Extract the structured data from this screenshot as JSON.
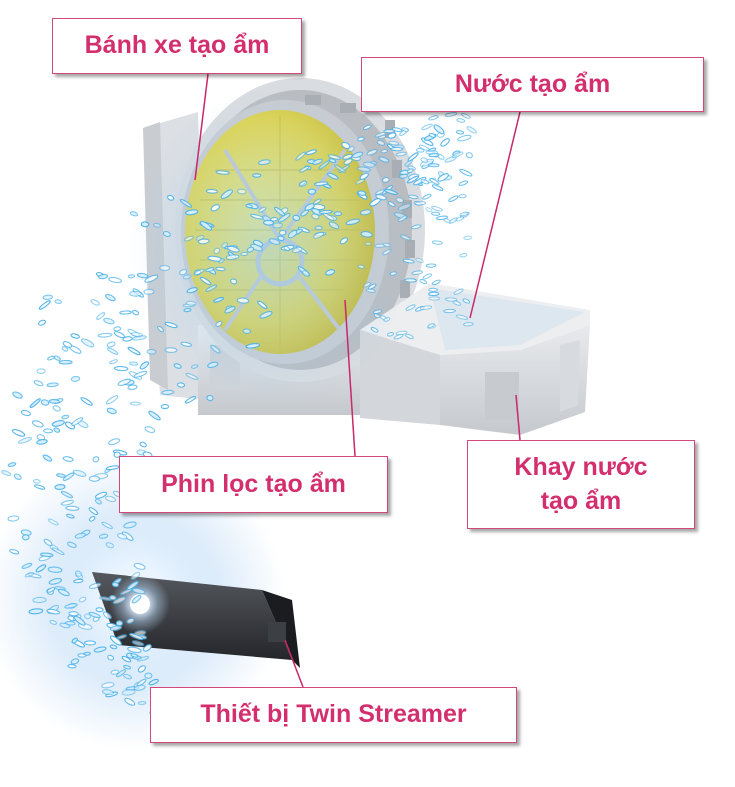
{
  "labels": {
    "humidify_wheel": "Bánh xe tạo ẩm",
    "humidify_water": "Nước tạo ẩm",
    "humidify_filter": "Phin lọc tạo ẩm",
    "water_tray_line1": "Khay nước",
    "water_tray_line2": "tạo ẩm",
    "twin_streamer": "Thiết bị Twin Streamer"
  },
  "colors": {
    "label_text": "#d32f6e",
    "label_border": "#d4477a",
    "leader_line": "#c9286a",
    "mist": "#4fb3ea",
    "filter_yellow": "#e6dc52",
    "housing_gray": "#d5d8dc"
  }
}
